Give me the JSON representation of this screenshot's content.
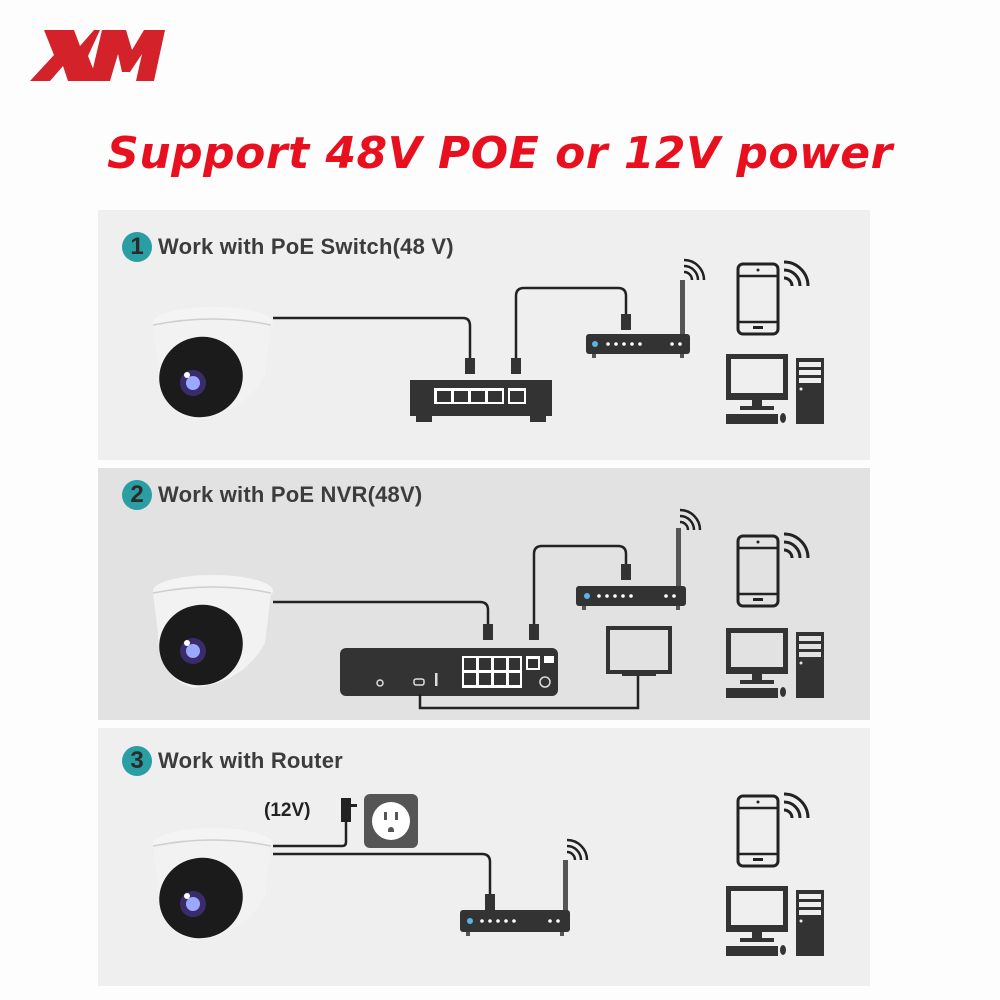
{
  "brand": {
    "logo_text": "XM",
    "color": "#d4222a"
  },
  "headline": {
    "text": "Support 48V POE or 12V power",
    "color": "#e8101e"
  },
  "panels": [
    {
      "number": "1",
      "title": "Work with PoE Switch(48 V)",
      "devices": [
        "dome-camera",
        "poe-switch",
        "wifi-router",
        "smartphone",
        "desktop-computer"
      ]
    },
    {
      "number": "2",
      "title": "Work with PoE NVR(48V)",
      "devices": [
        "dome-camera",
        "poe-nvr",
        "wifi-router",
        "monitor",
        "smartphone",
        "desktop-computer"
      ]
    },
    {
      "number": "3",
      "title": "Work with Router",
      "power_label": "(12V)",
      "devices": [
        "dome-camera",
        "power-adapter",
        "wall-outlet",
        "wifi-router",
        "smartphone",
        "desktop-computer"
      ]
    }
  ],
  "colors": {
    "badge": "#2a9ea3",
    "device": "#333333",
    "router_led": "#5ab4e6",
    "panel_light": "#efefef",
    "panel_dark": "#e2e2e2"
  }
}
